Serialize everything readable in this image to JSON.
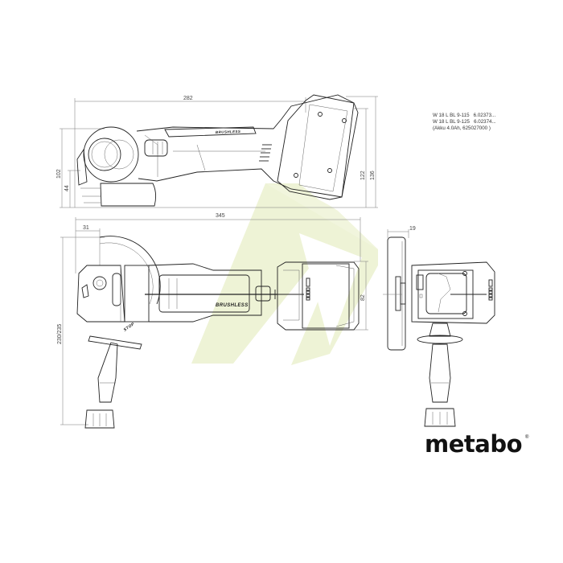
{
  "brand": {
    "logo_text": "metabo",
    "registered_mark": "®",
    "watermark_color": "#eef3d6"
  },
  "specs": {
    "line1": "W 18 L BL 9-115   6.02373...",
    "line2": "W 18 L BL 9-125   6.02374...",
    "line3": "(Akku 4.0Ah, 625027000 )"
  },
  "side_view": {
    "dimensions": {
      "overall_length": "282",
      "height_front": "102",
      "spindle_height": "44",
      "height_battery": "122",
      "height_total": "136"
    },
    "label": "BRUSHLESS"
  },
  "top_view": {
    "dimensions": {
      "overall_length": "345",
      "front_offset": "31",
      "handle_length": "230/235",
      "battery_width": "82"
    },
    "label": "BRUSHLESS",
    "disc_label": "STOP"
  },
  "front_view": {
    "dimensions": {
      "disc_thickness": "19"
    }
  }
}
